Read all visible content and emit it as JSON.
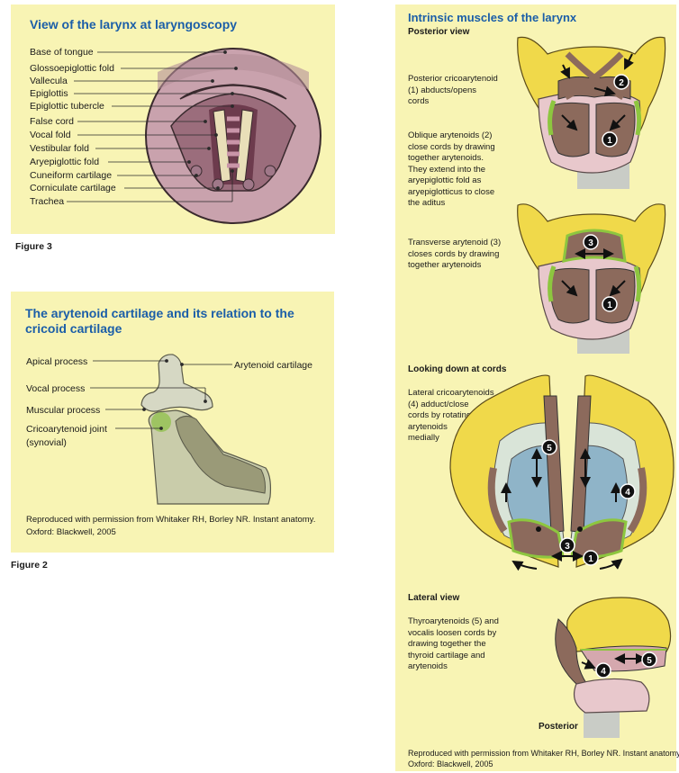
{
  "larynx_panel": {
    "title": "View of the larynx at laryngoscopy",
    "labels": [
      "Base of tongue",
      "Glossoepiglottic fold",
      "Vallecula",
      "Epiglottis",
      "Epiglottic tubercle",
      "False cord",
      "Vocal fold",
      "Vestibular fold",
      "Aryepiglottic fold",
      "Cuneiform cartilage",
      "Corniculate cartilage",
      "Trachea"
    ],
    "caption": "Figure 3"
  },
  "arytenoid_panel": {
    "title_line1": "The arytenoid cartilage and its relation to the",
    "title_line2": "cricoid cartilage",
    "labels": {
      "apical": "Apical process",
      "arytenoid": "Arytenoid cartilage",
      "vocal": "Vocal process",
      "muscular": "Muscular process",
      "joint_line1": "Cricoarytenoid joint",
      "joint_line2": "(synovial)"
    },
    "credit_line1": "Reproduced with permission from Whitaker RH, Borley NR. Instant anatomy.",
    "credit_line2": "Oxford: Blackwell, 2005",
    "caption": "Figure 2"
  },
  "muscles_panel": {
    "title": "Intrinsic muscles of the larynx",
    "posterior_view": "Posterior view",
    "desc1": [
      "Posterior cricoarytenoid",
      "(1) abducts/opens",
      "cords"
    ],
    "desc2": [
      "Oblique arytenoids (2)",
      "close cords by drawing",
      "together arytenoids.",
      "They extend into the",
      "aryepiglottic fold as",
      "aryepiglotticus to close",
      "the aditus"
    ],
    "desc3": [
      "Transverse arytenoid (3)",
      "closes cords by drawing",
      "together arytenoids"
    ],
    "looking_down": "Looking down at cords",
    "desc4": [
      "Lateral cricoarytenoids",
      "(4) adduct/close",
      "cords by rotating",
      "arytenoids",
      "medially"
    ],
    "lateral_view": "Lateral view",
    "desc5": [
      "Thyroarytenoids (5) and",
      "vocalis loosen cords by",
      "drawing together the",
      "thyroid cartilage and",
      "arytenoids"
    ],
    "posterior_label": "Posterior",
    "credit_line1": "Reproduced with permission from Whitaker RH, Borley NR. Instant anatomy.",
    "credit_line2": "Oxford: Blackwell, 2005",
    "markers": {
      "m1": "1",
      "m2": "2",
      "m3": "3",
      "m4": "4",
      "m5": "5"
    }
  }
}
